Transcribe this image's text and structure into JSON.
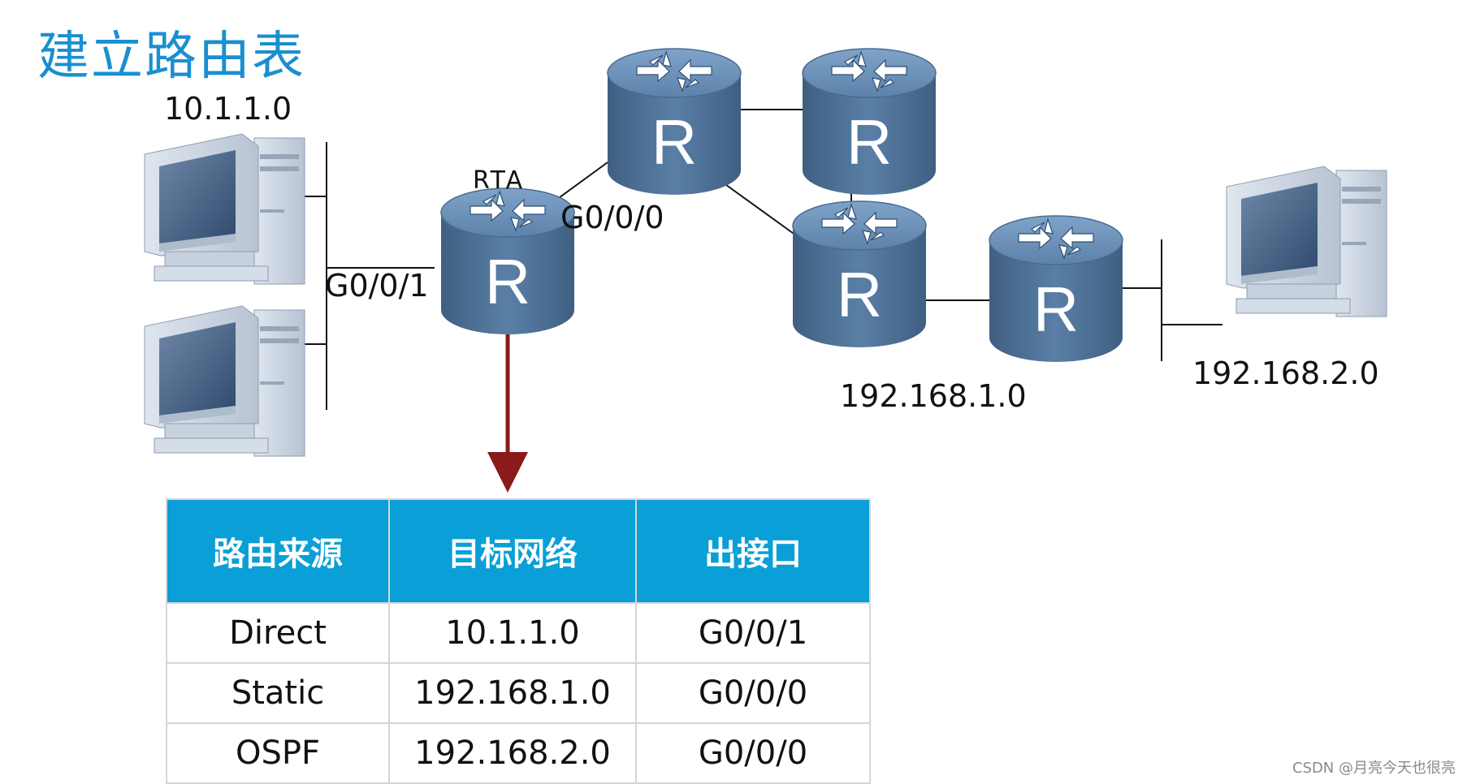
{
  "title": "建立路由表",
  "labels": {
    "net_left": "10.1.1.0",
    "rta": "RTA",
    "iface_g000": "G0/0/0",
    "iface_g001": "G0/0/1",
    "net_mid": "192.168.1.0",
    "net_right": "192.168.2.0"
  },
  "router_glyph": "R",
  "table": {
    "headers": [
      "路由来源",
      "目标网络",
      "出接口"
    ],
    "rows": [
      [
        "Direct",
        "10.1.1.0",
        "G0/0/1"
      ],
      [
        "Static",
        "192.168.1.0",
        "G0/0/0"
      ],
      [
        "OSPF",
        "192.168.2.0",
        "G0/0/0"
      ]
    ]
  },
  "watermark": "CSDN @月亮今天也很亮",
  "colors": {
    "title": "#1a8fd0",
    "router_body": "#4d6f93",
    "router_top": "#6a8db2",
    "arrow": "#8b1a1a",
    "table_header": "#0a9fd6"
  }
}
